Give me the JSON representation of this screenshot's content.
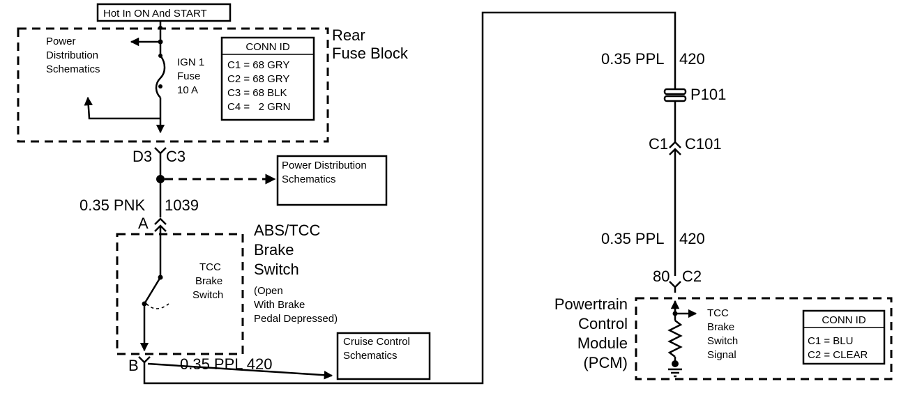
{
  "hot_in_label": "Hot In ON And START",
  "rear_fuse_block": {
    "name_line1": "Rear",
    "name_line2": "Fuse Block",
    "power_dist_line1": "Power",
    "power_dist_line2": "Distribution",
    "power_dist_line3": "Schematics",
    "fuse_line1": "IGN 1",
    "fuse_line2": "Fuse",
    "fuse_line3": "10 A",
    "conn_id": {
      "header": "CONN ID",
      "rows": [
        "C1 = 68 GRY",
        "C2 = 68 GRY",
        "C3 = 68 BLK",
        "C4 =   2 GRN"
      ]
    }
  },
  "connector_d3": "D3",
  "connector_c3": "C3",
  "power_dist_box_line1": "Power Distribution",
  "power_dist_box_line2": "Schematics",
  "wire_pnk_gauge": "0.35 PNK",
  "wire_pnk_circuit": "1039",
  "terminal_a": "A",
  "terminal_b": "B",
  "brake_switch": {
    "name_line1": "ABS/TCC",
    "name_line2": "Brake",
    "name_line3": "Switch",
    "note_line1": "(Open",
    "note_line2": "With Brake",
    "note_line3": "Pedal Depressed)",
    "inner_line1": "TCC",
    "inner_line2": "Brake",
    "inner_line3": "Switch"
  },
  "wire_ppl_bottom": "0.35 PPL 420",
  "cruise_box_line1": "Cruise Control",
  "cruise_box_line2": "Schematics",
  "wire_ppl_top_gauge": "0.35 PPL",
  "wire_ppl_top_circuit": "420",
  "splice_p101": "P101",
  "connector_c1": "C1",
  "connector_c101": "C101",
  "wire_ppl_mid_gauge": "0.35 PPL",
  "wire_ppl_mid_circuit": "420",
  "terminal_80": "80",
  "terminal_c2": "C2",
  "pcm": {
    "name_line1": "Powertrain",
    "name_line2": "Control",
    "name_line3": "Module",
    "name_line4": "(PCM)",
    "signal_line1": "TCC",
    "signal_line2": "Brake",
    "signal_line3": "Switch",
    "signal_line4": "Signal",
    "conn_id": {
      "header": "CONN ID",
      "rows": [
        "C1 = BLU",
        "C2 = CLEAR"
      ]
    }
  }
}
